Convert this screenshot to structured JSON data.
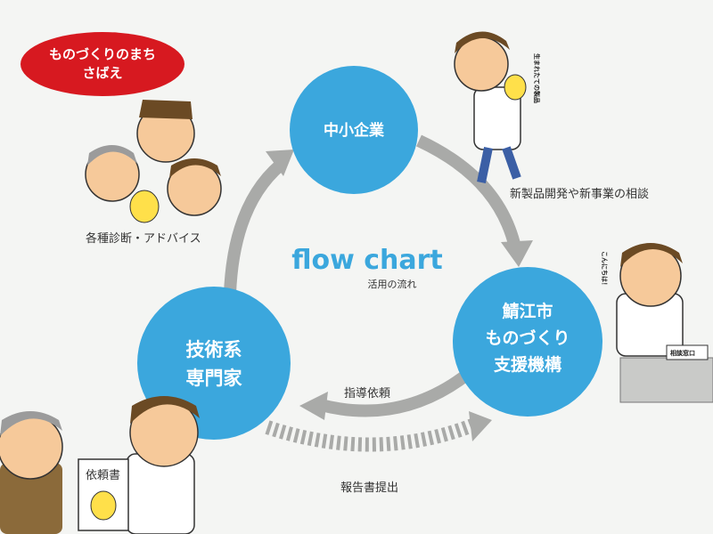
{
  "badge": {
    "line1": "ものづくりのまち",
    "line2": "さばえ"
  },
  "title": {
    "main": "flow chart",
    "sub": "活用の流れ"
  },
  "nodes": {
    "top": {
      "line1": "中小企業"
    },
    "right": {
      "line1": "鯖江市",
      "line2": "ものづくり",
      "line3": "支援機構"
    },
    "left": {
      "line1": "技術系",
      "line2": "専門家"
    }
  },
  "labels": {
    "top_right": "新製品開発や新事業の相談",
    "left_top": "各種診断・アドバイス",
    "bottom_inner": "指導依頼",
    "bottom_outer": "報告書提出"
  },
  "illustrations": {
    "top_person_bubble": "生まれたての製品",
    "right_person_bubble": "こんにちは！",
    "desk_sign": "相談窓口",
    "document_title": "依頼書"
  },
  "colors": {
    "node_blue": "#3ba7dd",
    "badge_red": "#d71920",
    "arrow_gray": "#a9aaa8"
  }
}
